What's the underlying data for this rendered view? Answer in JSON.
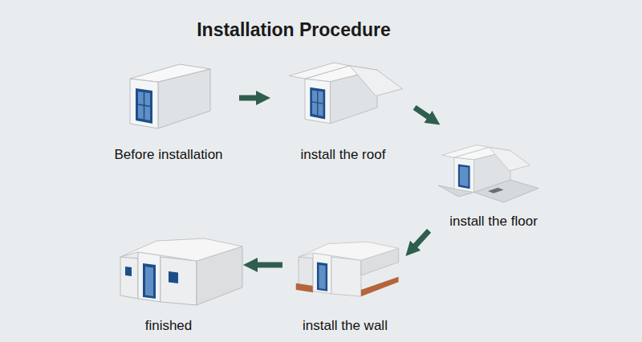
{
  "diagram": {
    "title": "Installation Procedure",
    "nodes": [
      {
        "text": [
          "Before installation"
        ]
      },
      {
        "text": [
          "install the roof"
        ]
      },
      {
        "text": [
          "install the floor"
        ]
      },
      {
        "text": [
          "install the wall"
        ]
      },
      {
        "text": [
          "finished"
        ]
      }
    ],
    "edges": [
      {
        "from": 0,
        "to": 1,
        "arrow": "to"
      },
      {
        "from": 1,
        "to": 2,
        "arrow": "to"
      },
      {
        "from": 2,
        "to": 3,
        "arrow": "to"
      },
      {
        "from": 3,
        "to": 4,
        "arrow": "to"
      }
    ]
  }
}
